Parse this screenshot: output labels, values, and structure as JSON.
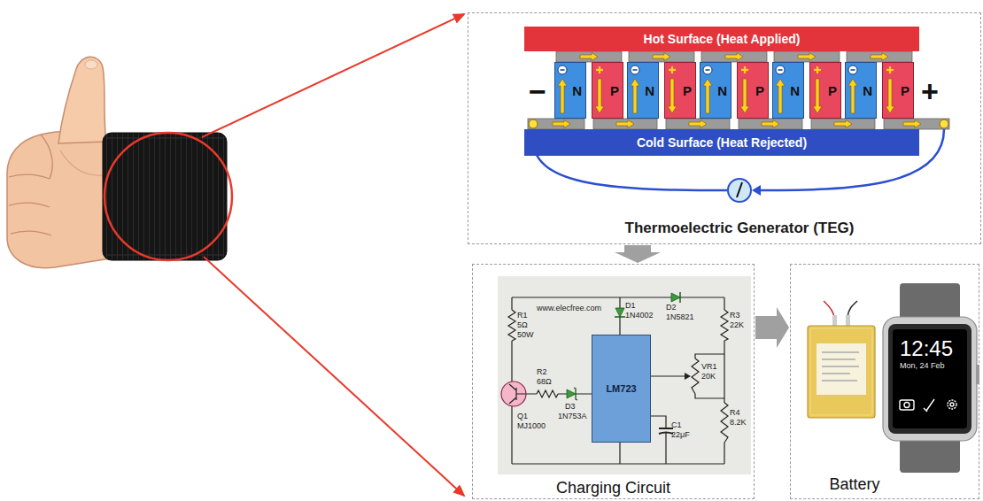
{
  "diagram": {
    "nodes": [
      {
        "text": [
          "Thermoelectric Generator (TEG)"
        ]
      },
      {
        "text": [
          "Hot Surface (Heat Applied)"
        ],
        "in": 0
      },
      {
        "text": [
          "N"
        ],
        "in": 0
      },
      {
        "text": [
          "P"
        ],
        "in": 0
      },
      {
        "text": [
          "N"
        ],
        "in": 0
      },
      {
        "text": [
          "P"
        ],
        "in": 0
      },
      {
        "text": [
          "N"
        ],
        "in": 0
      },
      {
        "text": [
          "P"
        ],
        "in": 0
      },
      {
        "text": [
          "N"
        ],
        "in": 0
      },
      {
        "text": [
          "P"
        ],
        "in": 0
      },
      {
        "text": [
          "N"
        ],
        "in": 0
      },
      {
        "text": [
          "P"
        ],
        "in": 0
      },
      {
        "text": [
          "Cold Surface (Heat Rejected)"
        ],
        "in": 0
      },
      {
        "text": [
          "Charging Circuit"
        ]
      },
      {
        "text": [
          "LM723"
        ],
        "in": 13
      },
      {
        "text": [
          "Battery"
        ]
      },
      {
        "text": [
          "12:45",
          "Mon, 24 Feb"
        ],
        "in": 15
      }
    ],
    "edges": [
      {
        "from": 0,
        "to": 13,
        "arrow": "to"
      },
      {
        "from": 13,
        "to": 15,
        "arrow": "to"
      }
    ],
    "labels": [
      "−",
      "+",
      "www.elecfree.com",
      "R1",
      "5Ω",
      "50W",
      "Q1",
      "MJ1000",
      "R2",
      "68Ω",
      "D3",
      "1N753A",
      "D1",
      "1N4002",
      "D2",
      "1N5821",
      "R3",
      "22K",
      "VR1",
      "20K",
      "C1",
      "22μF",
      "R4",
      "8.2K"
    ]
  }
}
